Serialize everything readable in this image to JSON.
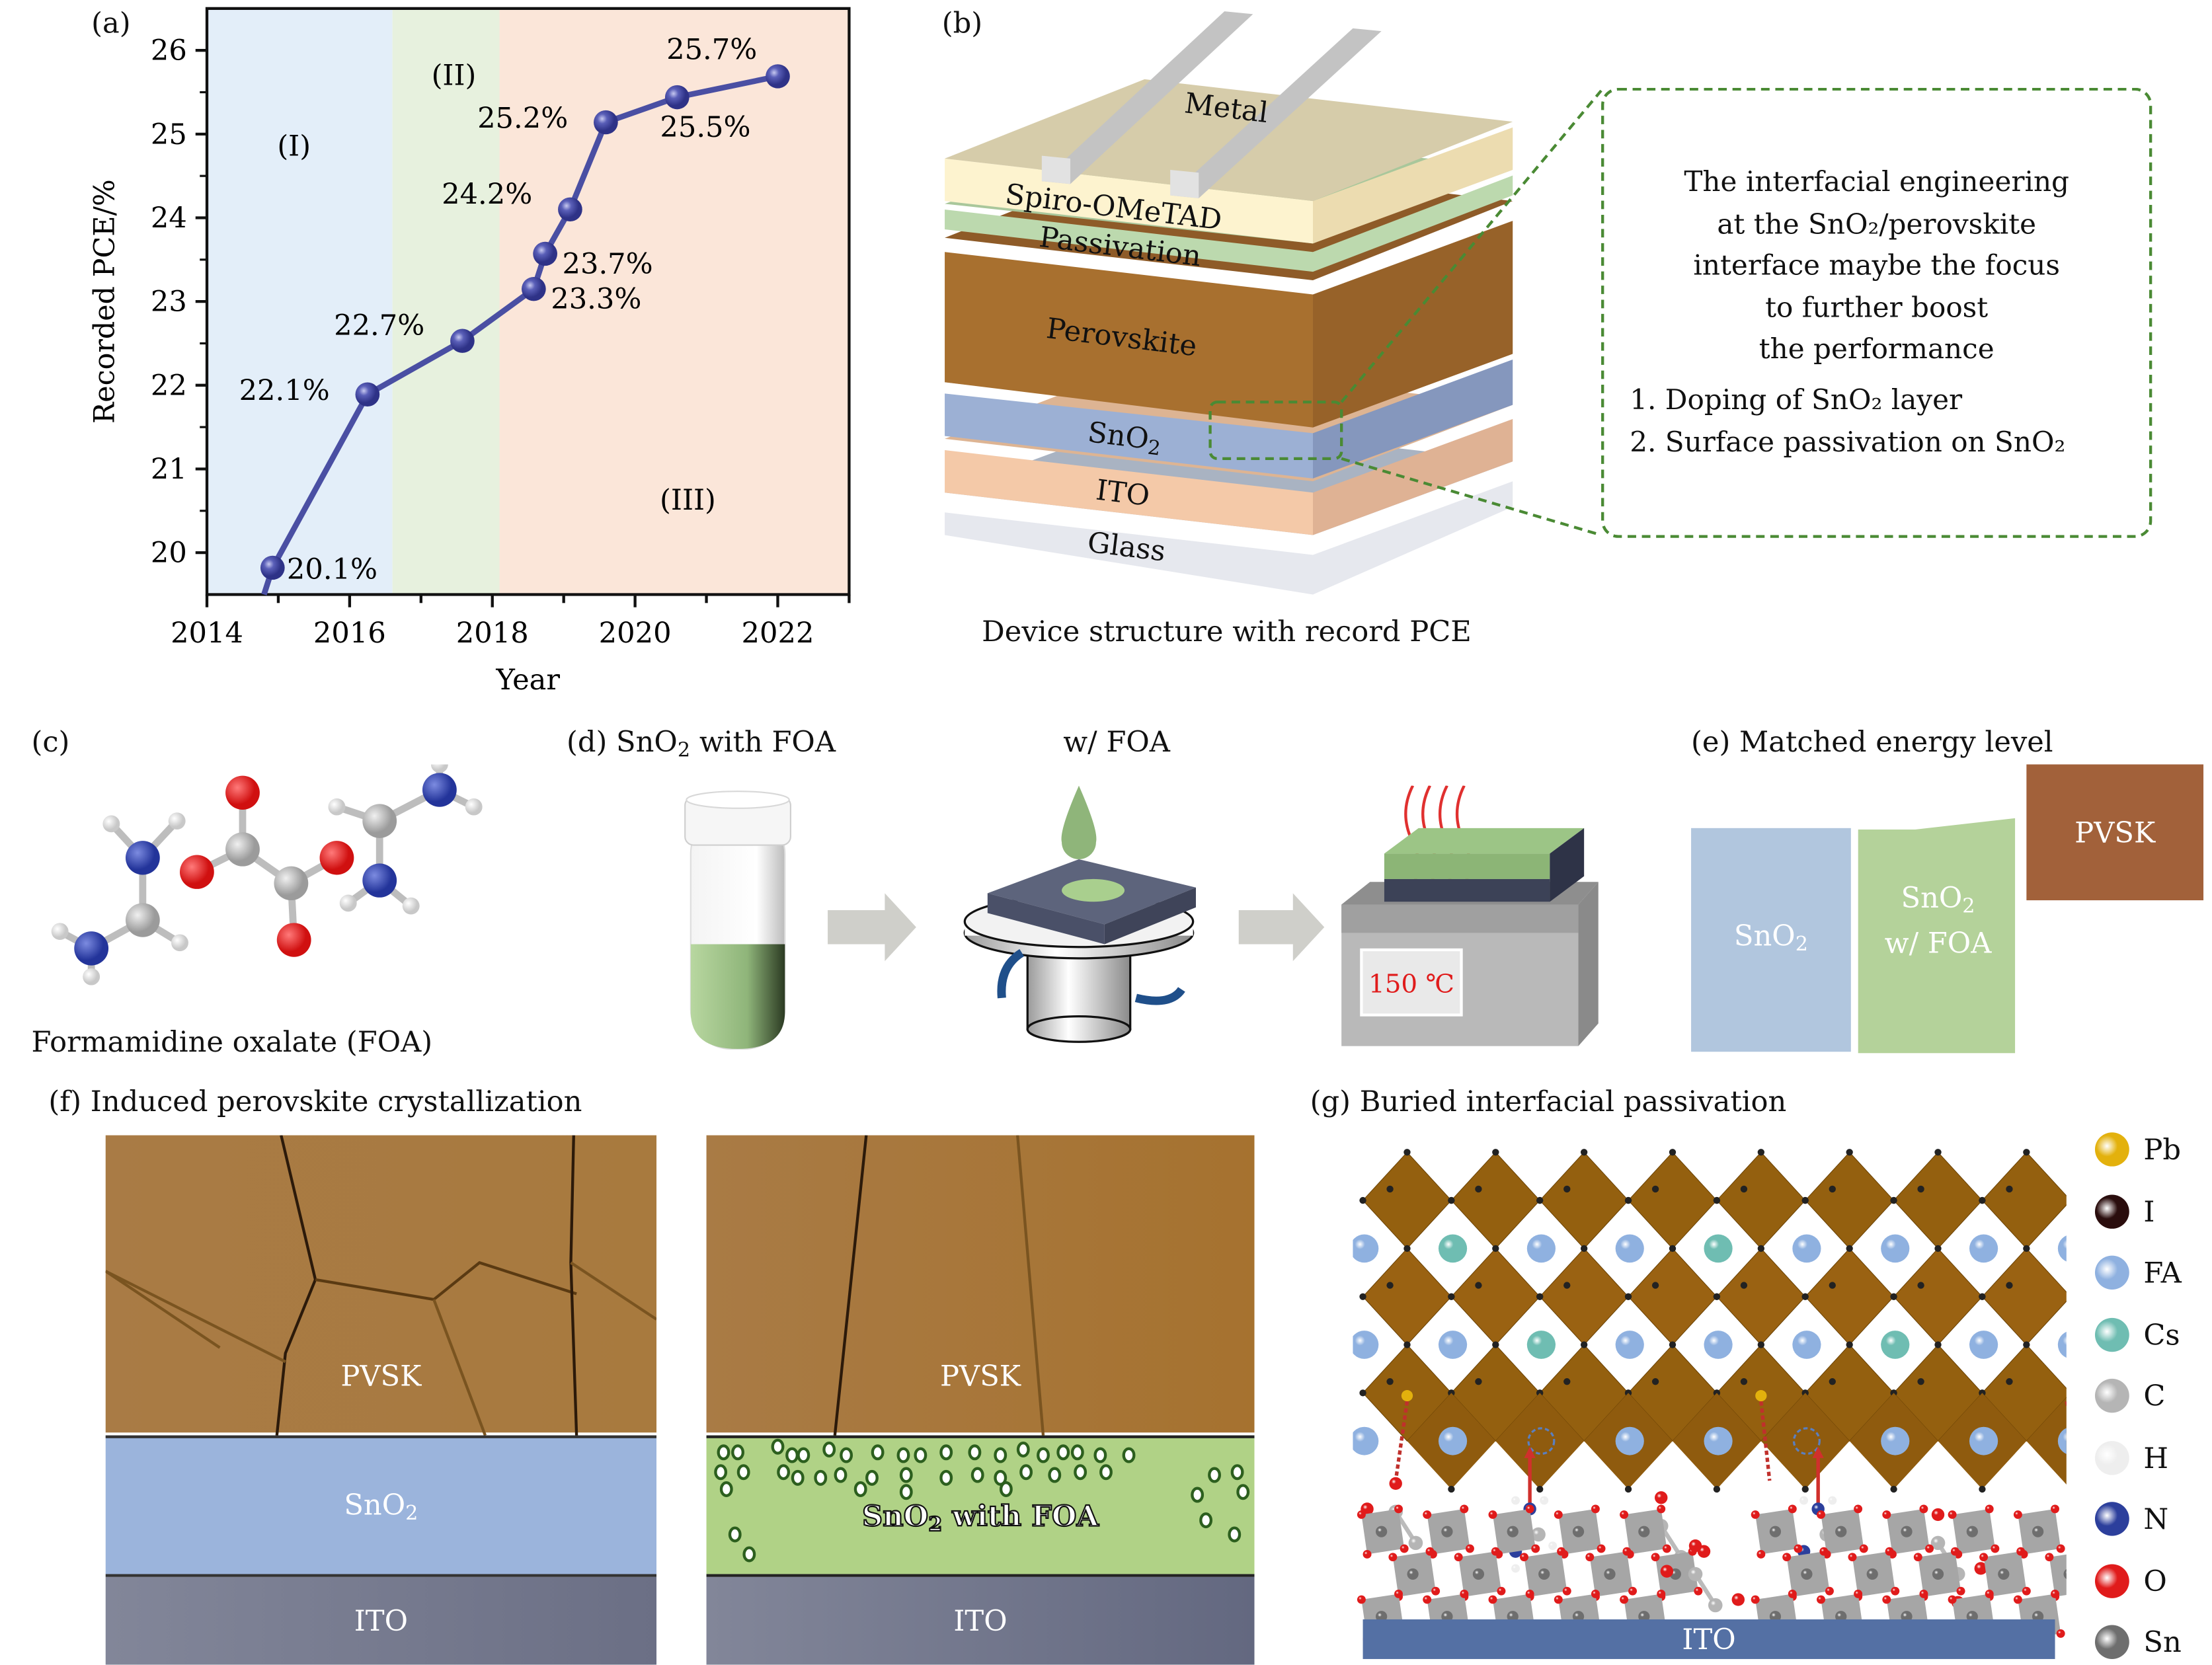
{
  "panels": {
    "a": {
      "letter": "(a)"
    },
    "b": {
      "letter": "(b)",
      "caption": "Device structure with record PCE",
      "layers": [
        "Metal",
        "Spiro-OMeTAD",
        "Passivation",
        "Perovskite",
        "SnO2",
        "ITO",
        "Glass"
      ],
      "callout": {
        "lines": [
          "The interfacial engineering",
          "at the SnO₂/perovskite",
          "interface maybe the focus",
          "to further boost",
          "the performance"
        ],
        "items": [
          "1. Doping of SnO₂ layer",
          "2. Surface passivation on SnO₂"
        ]
      }
    },
    "c": {
      "letter": "(c)",
      "caption": "Formamidine oxalate (FOA)"
    },
    "d": {
      "title": "(d) SnO₂ with FOA",
      "step2_label": "w/ FOA",
      "temperature": "150 ℃"
    },
    "e": {
      "title": "(e)  Matched energy level",
      "levels": [
        {
          "label": "SnO₂",
          "color": "#b1c6de"
        },
        {
          "label_line1": "SnO₂",
          "label_line2": "w/ FOA",
          "color": "#b4d29a"
        },
        {
          "label": "PVSK",
          "color": "#a2613a"
        }
      ]
    },
    "f": {
      "title": "(f) Induced perovskite crystallization",
      "left": {
        "top": "PVSK",
        "middle": "SnO₂",
        "bottom": "ITO"
      },
      "right": {
        "top": "PVSK",
        "middle": "SnO₂ with FOA",
        "bottom": "ITO"
      }
    },
    "g": {
      "title": "(g) Buried interfacial passivation",
      "substrate": "ITO",
      "legend": [
        {
          "label": "Pb",
          "color": "#e3b10d"
        },
        {
          "label": "I",
          "color": "#2a0d0d"
        },
        {
          "label": "FA",
          "color": "#8fb1e0"
        },
        {
          "label": "Cs",
          "color": "#6fbdb2"
        },
        {
          "label": "C",
          "color": "#b5b5b5"
        },
        {
          "label": "H",
          "color": "#eeeeee"
        },
        {
          "label": "N",
          "color": "#2c3f9c"
        },
        {
          "label": "O",
          "color": "#e01b1b"
        },
        {
          "label": "Sn",
          "color": "#6e6e6e"
        }
      ]
    }
  },
  "chart_data": {
    "type": "line",
    "title": "",
    "xlabel": "Year",
    "ylabel": "Recorded PCE/%",
    "xlim": [
      2014,
      2023
    ],
    "ylim": [
      19.5,
      26.5
    ],
    "xticks": [
      2014,
      2016,
      2018,
      2020,
      2022
    ],
    "yticks": [
      20,
      21,
      22,
      23,
      24,
      25,
      26
    ],
    "grid": false,
    "regions": [
      {
        "label": "(I)",
        "x_range": [
          2014,
          2016.6
        ],
        "color": "#e3eef9"
      },
      {
        "label": "(II)",
        "x_range": [
          2016.6,
          2018.1
        ],
        "color": "#e7f1de"
      },
      {
        "label": "(III)",
        "x_range": [
          2018.1,
          2023
        ],
        "color": "#fbe6d9"
      }
    ],
    "series": [
      {
        "name": "Record PCE",
        "color": "#4a4fa3",
        "x": [
          2014.92,
          2016.25,
          2017.58,
          2018.58,
          2018.74,
          2019.09,
          2019.59,
          2020.59,
          2022.0
        ],
        "y": [
          19.82,
          21.89,
          22.53,
          23.15,
          23.57,
          24.1,
          25.14,
          25.44,
          25.69
        ],
        "labels": [
          "20.1%",
          "22.1%",
          "22.7%",
          "23.3%",
          "23.7%",
          "24.2%",
          "25.2%",
          "25.5%",
          "25.7%"
        ]
      }
    ]
  }
}
